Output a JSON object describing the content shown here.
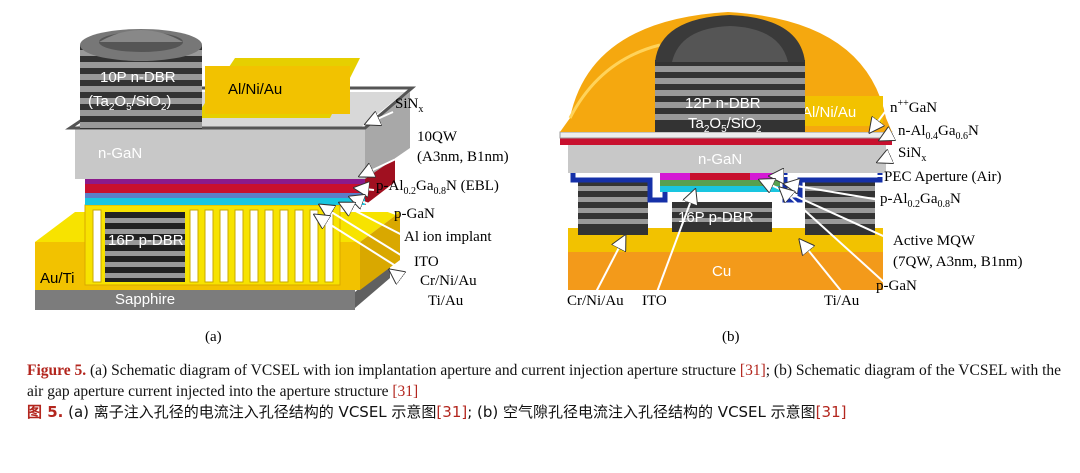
{
  "panel_a": {
    "dbr_top_line1": "10P n-DBR",
    "dbr_top_line2_pre": "(Ta",
    "dbr_top_sub1": "2",
    "dbr_top_line2_mid": "O",
    "dbr_top_sub2": "5",
    "dbr_top_line2_post": "/SiO",
    "dbr_top_sub3": "2",
    "dbr_top_line2_end": ")",
    "top_contact": "Al/Ni/Au",
    "n_gan": "n-GaN",
    "dbr_bottom": "16P p-DBR",
    "bottom_contact": "Au/Ti",
    "substrate": "Sapphire",
    "label_sinx_pre": "SiN",
    "label_sinx_sub": "x",
    "label_qw_1": "10QW",
    "label_qw_2": "(A3nm, B1nm)",
    "label_ebl_pre": "p-Al",
    "label_ebl_sub1": "0.2",
    "label_ebl_mid": "Ga",
    "label_ebl_sub2": "0.8",
    "label_ebl_post": "N (EBL)",
    "label_pgan": "p-GaN",
    "label_implant": "Al ion implant",
    "label_ito": "ITO",
    "label_crniau": "Cr/Ni/Au",
    "label_tiau": "Ti/Au",
    "panel_label": "(a)"
  },
  "panel_b": {
    "dbr_top_line1": "12P n-DBR",
    "dbr_top_line2_pre": "Ta",
    "dbr_top_sub1": "2",
    "dbr_top_line2_mid": "O",
    "dbr_top_sub2": "5",
    "dbr_top_line2_post": "/SiO",
    "dbr_top_sub3": "2",
    "top_contact": "Al/Ni/Au",
    "n_gan": "n-GaN",
    "dbr_bottom": "16P p-DBR",
    "substrate": "Cu",
    "label_ngan_pre": "n",
    "label_ngan_sup": "++",
    "label_ngan_post": "GaN",
    "label_nalgan_pre": "n-Al",
    "label_nalgan_sub1": "0.4",
    "label_nalgan_mid": "Ga",
    "label_nalgan_sub2": "0.6",
    "label_nalgan_post": "N",
    "label_sinx_pre": "SiN",
    "label_sinx_sub": "x",
    "label_pec": "PEC Aperture (Air)",
    "label_palgan_pre": "p-Al",
    "label_palgan_sub1": "0.2",
    "label_palgan_mid": "Ga",
    "label_palgan_sub2": "0.8",
    "label_palgan_post": "N",
    "label_mqw_1": "Active MQW",
    "label_mqw_2": "(7QW, A3nm, B1nm)",
    "label_pgan": "p-GaN",
    "label_crniau": "Cr/Ni/Au",
    "label_ito": "ITO",
    "label_tiau": "Ti/Au",
    "panel_label": "(b)"
  },
  "caption": {
    "en_fig": "Figure 5.",
    "en_text_1": " (a) Schematic diagram of VCSEL with ion implantation aperture and current injection aperture structure ",
    "en_ref_1": "[31]",
    "en_text_2": "; (b) Schematic diagram of the VCSEL with the air gap aperture current injected into the aperture structure ",
    "en_ref_2": "[31]",
    "cn_fig": "图 5.",
    "cn_text_1": " (a) 离子注入孔径的电流注入孔径结构的 VCSEL 示意图",
    "cn_ref_1": "[31]",
    "cn_text_2": "; (b) 空气隙孔径电流注入孔径结构的 VCSEL 示意图",
    "cn_ref_2": "[31]"
  },
  "colors": {
    "gold": "#f2c200",
    "gold_light": "#f7e300",
    "gray_gan": "#c8c8c8",
    "sapphire": "#7c7c7c",
    "copper": "#f39a1a",
    "orange_dome": "#f5a80f",
    "blue_contact": "#1530a8",
    "red_ebl": "#c8102e",
    "cyan_ito": "#19c6e0",
    "magenta_qw": "#d41ad4"
  }
}
